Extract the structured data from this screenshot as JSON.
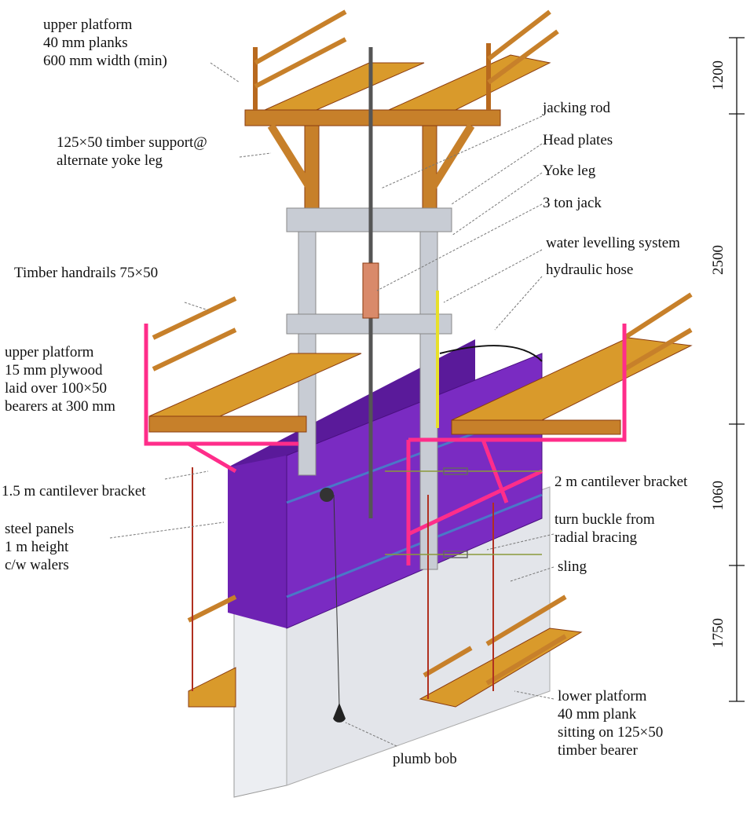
{
  "labels": {
    "upper_platform_top": [
      "upper platform",
      "40 mm planks",
      "600 mm width (min)"
    ],
    "timber_support": [
      "125×50 timber support@",
      "alternate yoke leg"
    ],
    "jacking_rod": "jacking rod",
    "head_plates": "Head plates",
    "yoke_leg": "Yoke leg",
    "jack": "3 ton jack",
    "water_levelling": "water levelling system",
    "hydraulic_hose": "hydraulic hose",
    "timber_handrails": "Timber handrails 75×50",
    "upper_platform_mid": [
      "upper platform",
      "15 mm plywood",
      "laid over 100×50",
      "bearers at 300 mm"
    ],
    "cantilever_15": "1.5 m cantilever bracket",
    "cantilever_2": "2 m cantilever bracket",
    "steel_panels": [
      "steel panels",
      "1 m height",
      "c/w walers"
    ],
    "turn_buckle": [
      "turn buckle from",
      "radial bracing"
    ],
    "sling": "sling",
    "lower_platform": [
      "lower platform",
      "40 mm plank",
      "sitting on 125×50",
      "timber bearer"
    ],
    "plumb_bob": "plumb bob"
  },
  "dimensions": [
    "1200",
    "2500",
    "1060",
    "1750"
  ],
  "colors": {
    "timber": "#d99a2b",
    "timber_dark": "#8a3b10",
    "bracket": "#ff2d8a",
    "formwork": "#6a1fa8",
    "concrete": "#e6e8ee",
    "steel": "#c8ccd4"
  }
}
